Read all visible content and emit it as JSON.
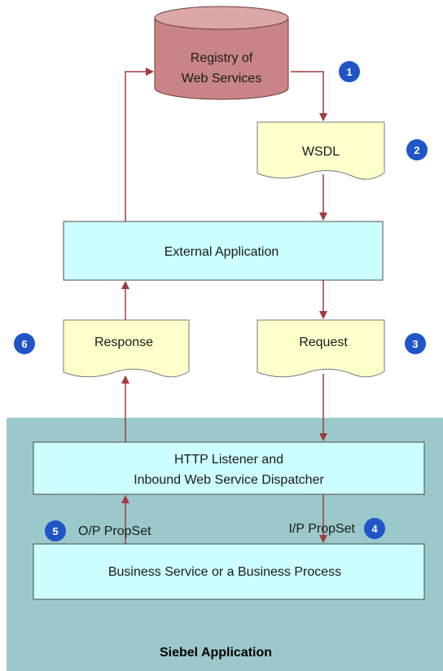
{
  "colors": {
    "region_fill": "#9bc9cb",
    "box_fill": "#ccffff",
    "document_fill": "#ffffcc",
    "database_body": "#c98585",
    "database_top": "#dba7a7",
    "arrow": "#a03c3c",
    "badge": "#1f55c7"
  },
  "registry": {
    "line1": "Registry of",
    "line2": "Web Services"
  },
  "wsdl": {
    "label": "WSDL"
  },
  "external_app": {
    "label": "External Application"
  },
  "response": {
    "label": "Response"
  },
  "request": {
    "label": "Request"
  },
  "listener": {
    "line1": "HTTP Listener and",
    "line2": "Inbound Web Service Dispatcher"
  },
  "business": {
    "label": "Business Service or a Business Process"
  },
  "op_propset": {
    "label": "O/P PropSet"
  },
  "ip_propset": {
    "label": "I/P PropSet"
  },
  "region": {
    "title": "Siebel Application"
  },
  "steps": [
    "1",
    "2",
    "3",
    "4",
    "5",
    "6"
  ]
}
